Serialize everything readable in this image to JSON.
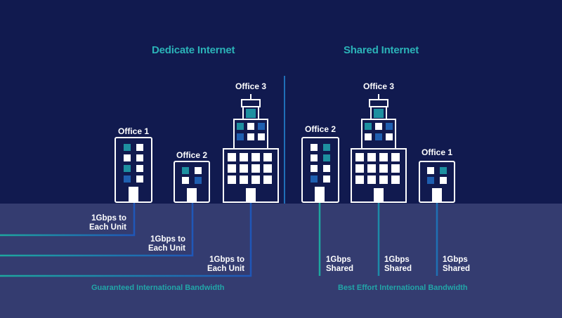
{
  "colors": {
    "sky": "#111a4f",
    "ground": "#343c70",
    "teal": "#1ea89f",
    "blue": "#1f57b8",
    "window_teal": "#1e90a0",
    "window_blue": "#1f5fb0",
    "white": "#ffffff"
  },
  "left": {
    "title": "Dedicate Internet",
    "offices": [
      {
        "label": "Office 1",
        "bandwidth": [
          "1Gbps to",
          "Each Unit"
        ]
      },
      {
        "label": "Office 2",
        "bandwidth": [
          "1Gbps to",
          "Each Unit"
        ]
      },
      {
        "label": "Office 3",
        "bandwidth": [
          "1Gbps to",
          "Each Unit"
        ]
      }
    ],
    "footer": "Guaranteed International Bandwidth"
  },
  "right": {
    "title": "Shared Internet",
    "offices": [
      {
        "label": "Office 2",
        "bandwidth": [
          "1Gbps",
          "Shared"
        ]
      },
      {
        "label": "Office 3",
        "bandwidth": [
          "1Gbps",
          "Shared"
        ]
      },
      {
        "label": "Office 1",
        "bandwidth": [
          "1Gbps",
          "Shared"
        ]
      }
    ],
    "footer": "Best Effort International Bandwidth"
  }
}
